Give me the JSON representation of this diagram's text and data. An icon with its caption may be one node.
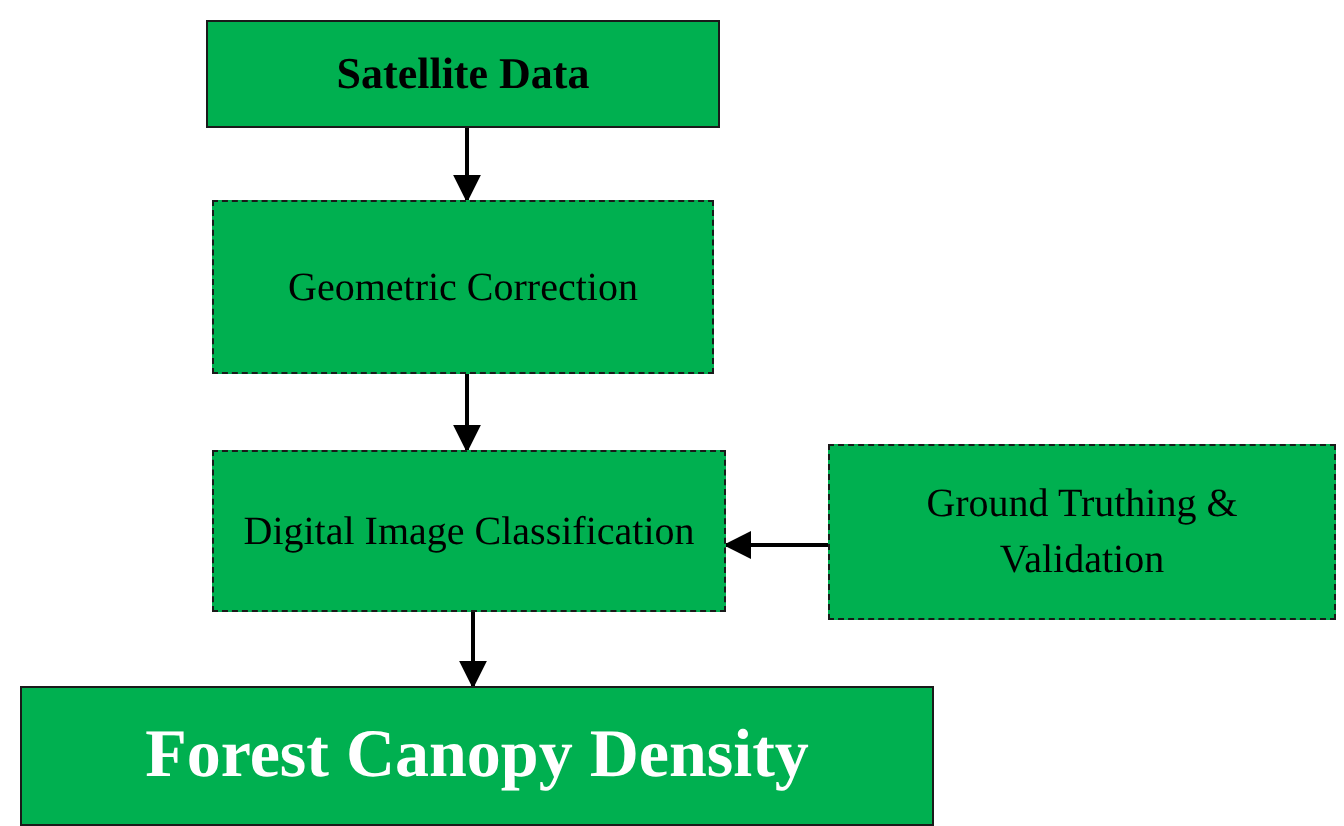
{
  "diagram": {
    "nodes": [
      {
        "text": [
          "Satellite Data"
        ]
      },
      {
        "text": [
          "Geometric Correction"
        ]
      },
      {
        "text": [
          "Digital Image Classification"
        ]
      },
      {
        "text": [
          "Ground Truthing & Validation"
        ]
      },
      {
        "text": [
          "Forest Canopy Density"
        ]
      }
    ],
    "edges": [
      {
        "from": 0,
        "to": 1,
        "arrow": "to"
      },
      {
        "from": 1,
        "to": 2,
        "arrow": "to"
      },
      {
        "from": 3,
        "to": 2,
        "arrow": "to"
      },
      {
        "from": 2,
        "to": 4,
        "arrow": "to"
      }
    ]
  }
}
